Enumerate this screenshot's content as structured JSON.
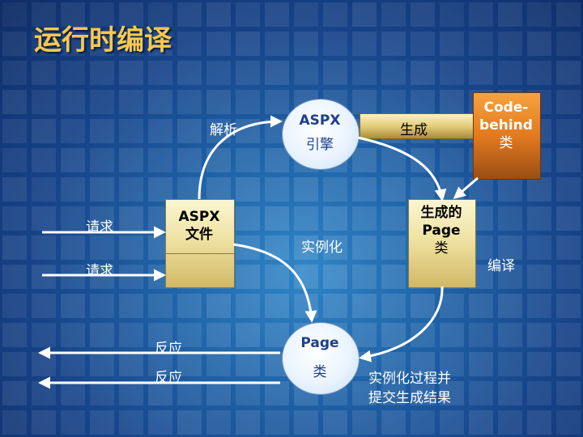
{
  "title": "运行时编译",
  "nodes": {
    "aspx_engine": {
      "line1": "ASPX",
      "line2": "引擎"
    },
    "code_behind": {
      "line1": "Code-",
      "line2": "behind",
      "line3": "类"
    },
    "aspx_file": {
      "line1": "ASPX",
      "line2": "文件"
    },
    "generated_page": {
      "line1": "生成的",
      "line2": "Page",
      "line3": "类"
    },
    "page_class": {
      "line1": "Page",
      "line2": "类"
    }
  },
  "labels": {
    "parse": "解析",
    "generate": "生成",
    "request_1": "请求",
    "request_2": "请求",
    "instantiate": "实例化",
    "compile": "编译",
    "response_1": "反应",
    "response_2": "反应",
    "submit_line1": "实例化过程并",
    "submit_line2": "提交生成结果"
  },
  "colors": {
    "title": "#f6c94e",
    "label_text": "#ffffff",
    "box_text": "#000000",
    "engine_text": "#1e3f8f",
    "code_behind_text": "#ffffff"
  }
}
